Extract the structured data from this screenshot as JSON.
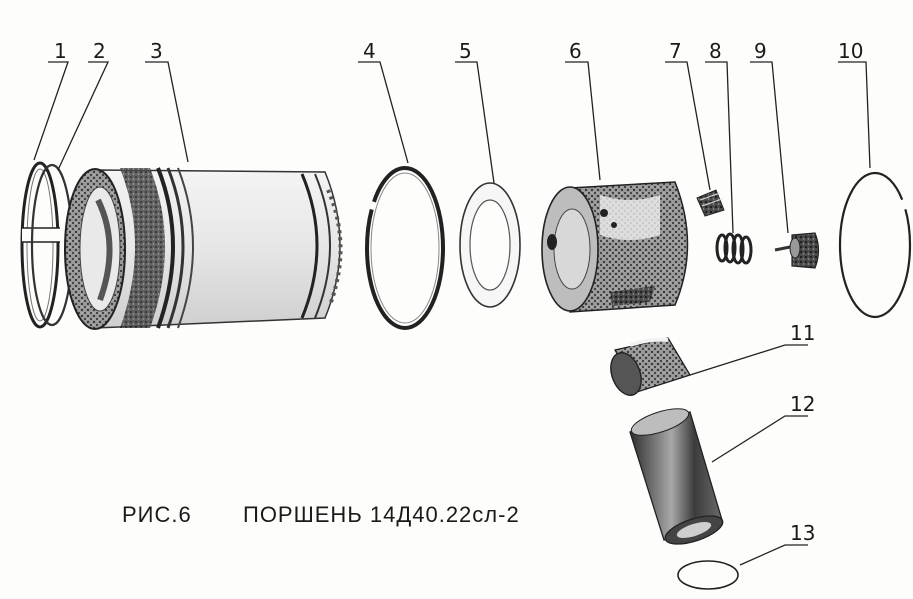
{
  "caption": {
    "figure": "РИС.6",
    "title": "ПОРШЕНЬ 14Д40.22сл-2"
  },
  "labels": [
    "1",
    "2",
    "3",
    "4",
    "5",
    "6",
    "7",
    "8",
    "9",
    "10",
    "11",
    "12",
    "13"
  ],
  "colors": {
    "ink": "#222222",
    "paper": "#fdfdfc",
    "shade": "#555555"
  }
}
